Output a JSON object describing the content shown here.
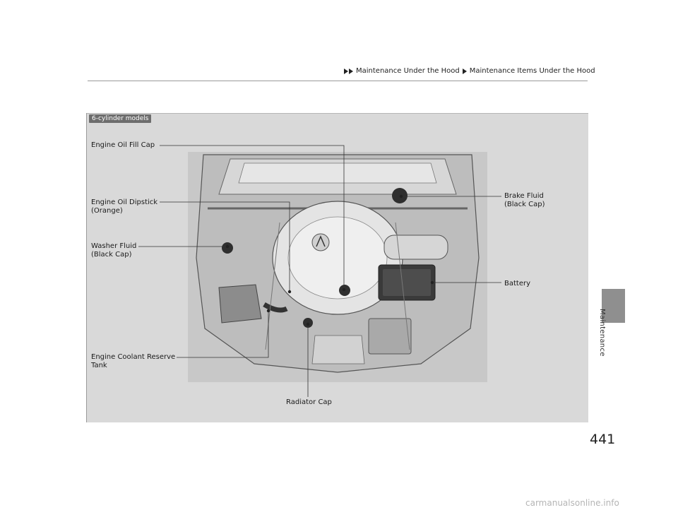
{
  "breadcrumb": {
    "items": [
      "Maintenance Under the Hood",
      "Maintenance Items Under the Hood"
    ]
  },
  "figure": {
    "model_badge": "6-cylinder models",
    "labels": {
      "engine_oil_fill_cap": "Engine Oil Fill Cap",
      "engine_oil_dipstick_line1": "Engine Oil Dipstick",
      "engine_oil_dipstick_line2": "(Orange)",
      "washer_fluid_line1": "Washer Fluid",
      "washer_fluid_line2": "(Black Cap)",
      "engine_coolant_line1": "Engine Coolant Reserve",
      "engine_coolant_line2": "Tank",
      "radiator_cap": "Radiator Cap",
      "brake_fluid_line1": "Brake Fluid",
      "brake_fluid_line2": "(Black Cap)",
      "battery": "Battery"
    }
  },
  "side_tab": {
    "label": "Maintenance"
  },
  "page_number": "441",
  "watermark": "carmanualsonline.info",
  "colors": {
    "panel": "#d9d9d9",
    "badge": "#6d6d6d",
    "tab": "#8f8f8f"
  }
}
